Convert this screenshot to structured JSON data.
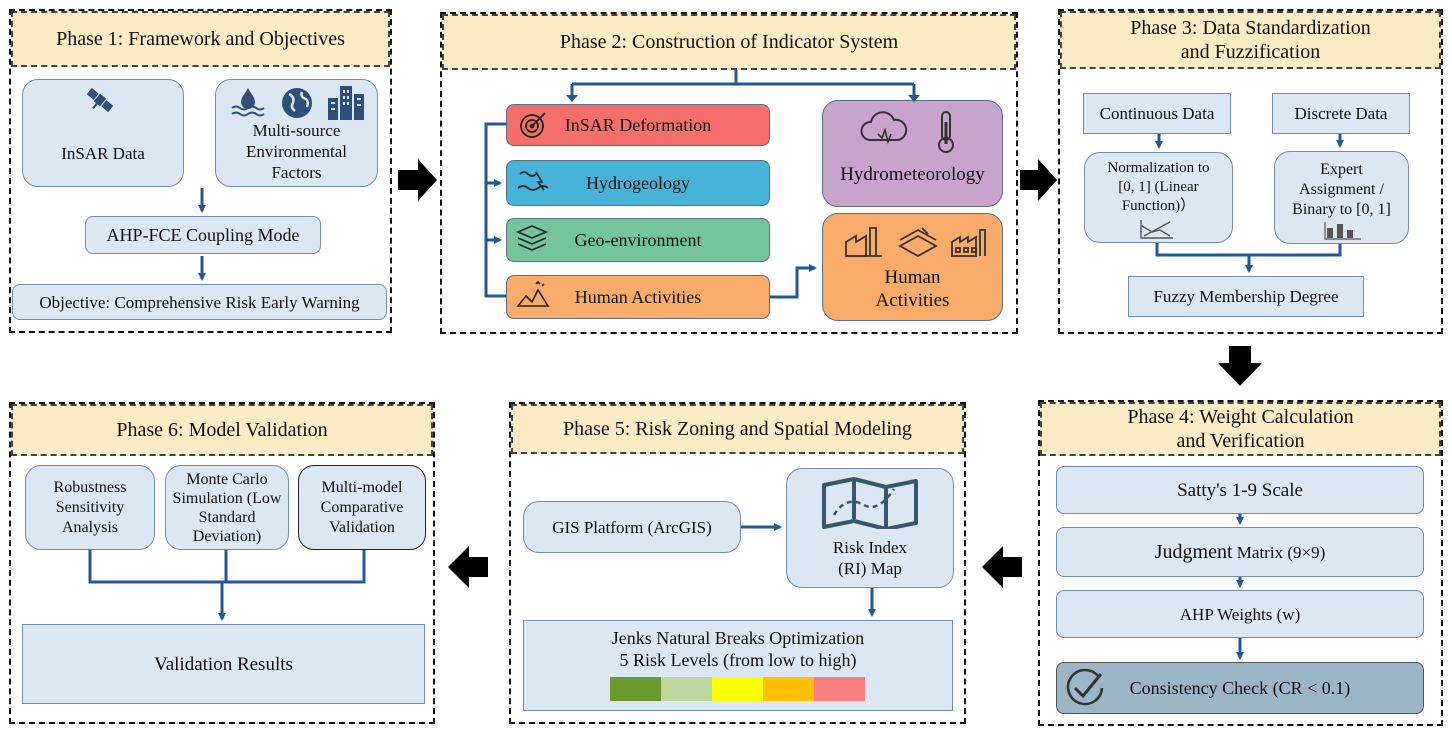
{
  "phase1": {
    "title": "Phase 1: Framework and Objectives",
    "insar": "InSAR Data",
    "multisource": [
      "Multi-source",
      "Environmental",
      "Factors"
    ],
    "ahp": "AHP-FCE Coupling Mode",
    "objective": "Objective: Comprehensive Risk Early Warning"
  },
  "phase2": {
    "title": "Phase 2: Construction of Indicator System",
    "categories": [
      {
        "label": "InSAR Deformation",
        "color": "#f46f6b"
      },
      {
        "label": "Hydrogeology",
        "color": "#48b3d8"
      },
      {
        "label": "Geo-environment",
        "color": "#74c49c"
      },
      {
        "label": "Human Activities",
        "color": "#f9ac6a"
      }
    ],
    "hydromet": "Hydrometeorology",
    "human": [
      "Human",
      "Activities"
    ]
  },
  "phase3": {
    "title": [
      "Phase 3: Data Standardization",
      "and Fuzzification"
    ],
    "continuous": "Continuous Data",
    "discrete": "Discrete Data",
    "normalization": [
      "Normalization to",
      "[0, 1] (Linear",
      "Function)）"
    ],
    "expert": [
      "Expert",
      "Assignment /",
      "Binary to [0, 1]"
    ],
    "fuzzy": "Fuzzy Membership Degree"
  },
  "phase4": {
    "title": [
      "Phase 4: Weight Calculation",
      "and Verification"
    ],
    "satty": "Satty's 1-9 Scale",
    "judgment_a": "Judgment",
    "judgment_b": "Matrix (9×9)",
    "ahp_weights": "AHP Weights (w)",
    "consistency": "Consistency Check (CR < 0.1)"
  },
  "phase5": {
    "title": "Phase 5: Risk Zoning and Spatial Modeling",
    "gis": "GIS Platform (ArcGIS)",
    "ri": [
      "Risk Index",
      "(RI) Map"
    ],
    "jenks": [
      "Jenks Natural Breaks Optimization",
      "5 Risk Levels (from low to high)"
    ],
    "risk_colors": [
      "#6b9b2f",
      "#bcd8a0",
      "#ffff00",
      "#ffc000",
      "#ff7f7f"
    ]
  },
  "phase6": {
    "title": "Phase 6: Model Validation",
    "robustness": [
      "Robustness",
      "Sensitivity",
      "Analysis"
    ],
    "montecarlo": [
      "Monte Carlo",
      "Simulation (Low",
      "Standard",
      "Deviation)"
    ],
    "multimodel": [
      "Multi-model",
      "Comparative",
      "Validation"
    ],
    "results": "Validation Results"
  },
  "colors": {
    "phase_title_bg": "#fcebc4",
    "box_fill": "#dbe8f4",
    "arrow_blue": "#1f5a96",
    "hydromet_fill": "#c8a3cc",
    "human_fill": "#f9ac6a",
    "consistency_fill": "#9bb7c7"
  },
  "icons": [
    "satellite-icon",
    "water-drop-icon",
    "globe-icon",
    "buildings-icon",
    "target-icon",
    "water-flow-icon",
    "layers-icon",
    "terrain-icon",
    "cloud-icon",
    "thermometer-icon",
    "factory-icon",
    "document-stack-icon",
    "industrial-icon",
    "line-chart-icon",
    "bar-chart-icon",
    "map-icon",
    "checkmark-icon"
  ]
}
